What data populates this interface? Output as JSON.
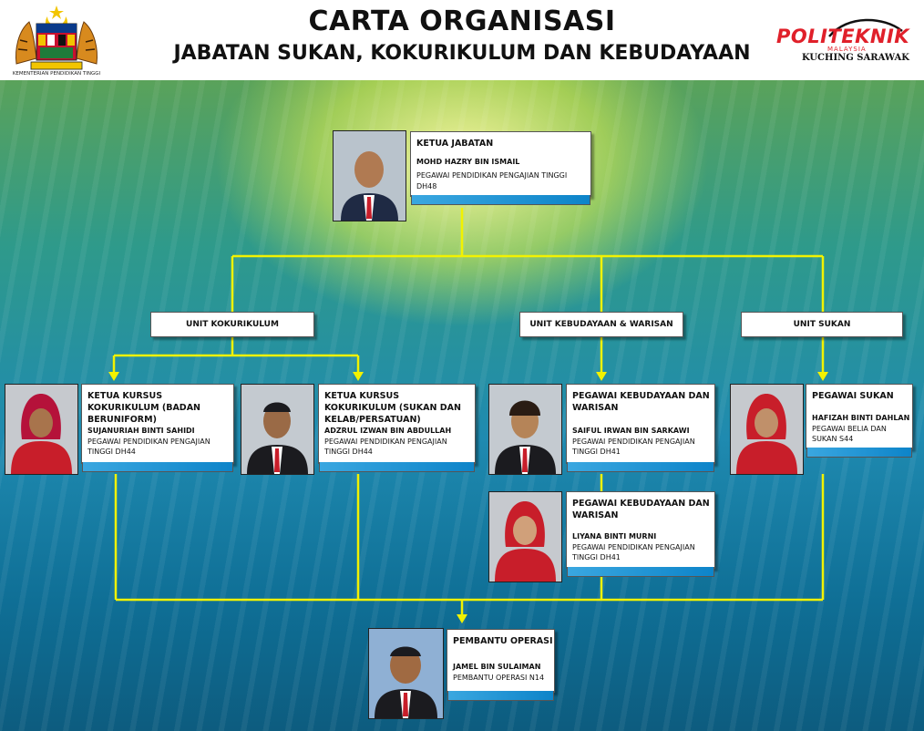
{
  "header": {
    "title": "CARTA ORGANISASI",
    "subtitle": "JABATAN SUKAN, KOKURIKULUM DAN KEBUDAYAAN",
    "left_logo_caption": "KEMENTERIAN PENDIDIKAN TINGGI",
    "right_logo": {
      "brand": "POLITEKNIK",
      "sub": "MALAYSIA",
      "city": "KUCHING SARAWAK"
    }
  },
  "head": {
    "role": "KETUA JABATAN",
    "name": "MOHD HAZRY BIN ISMAIL",
    "position": "PEGAWAI PENDIDIKAN PENGAJIAN TINGGI",
    "grade": "DH48"
  },
  "units": [
    {
      "label": "UNIT KOKURIKULUM"
    },
    {
      "label": "UNIT KEBUDAYAAN & WARISAN"
    },
    {
      "label": "UNIT SUKAN"
    }
  ],
  "staff": [
    {
      "role": "KETUA KURSUS KOKURIKULUM (BADAN BERUNIFORM)",
      "name": "SUJANURIAH BINTI SAHIDI",
      "position": "PEGAWAI PENDIDIKAN PENGAJIAN TINGGI DH44"
    },
    {
      "role": "KETUA KURSUS KOKURIKULUM (SUKAN DAN KELAB/PERSATUAN)",
      "name": "ADZRUL IZWAN BIN ABDULLAH",
      "position": "PEGAWAI PENDIDIKAN PENGAJIAN TINGGI DH44"
    },
    {
      "role": "PEGAWAI KEBUDAYAAN DAN WARISAN",
      "name": "SAIFUL IRWAN BIN SARKAWI",
      "position": "PEGAWAI PENDIDIKAN PENGAJIAN TINGGI DH41"
    },
    {
      "role": "PEGAWAI SUKAN",
      "name": "HAFIZAH BINTI DAHLAN",
      "position": "PEGAWAI BELIA DAN SUKAN S44"
    },
    {
      "role": "PEGAWAI KEBUDAYAAN DAN WARISAN",
      "name": "LIYANA BINTI MURNI",
      "position": "PEGAWAI PENDIDIKAN PENGAJIAN TINGGI DH41"
    }
  ],
  "ops": {
    "role": "PEMBANTU OPERASI",
    "name": "JAMEL BIN SULAIMAN",
    "position": "PEMBANTU OPERASI N14"
  },
  "colors": {
    "connector": "#f2f200",
    "card_bar": "#1a90d6",
    "accent_red": "#e0202a"
  }
}
